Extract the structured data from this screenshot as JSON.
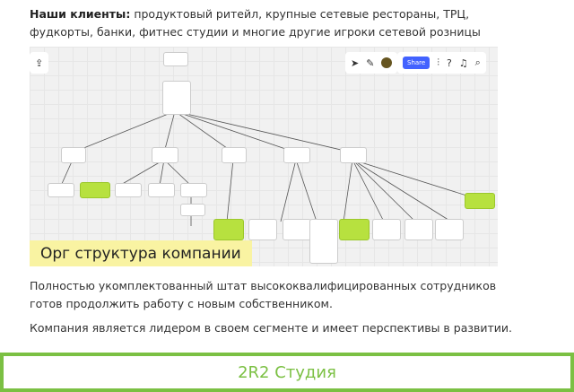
{
  "intro": {
    "bold": "Наши клиенты:",
    "text": " продуктовый ритейл, крупные сетевые рестораны, ТРЦ, фудкорты, банки, фитнес студии и многие другие игроки сетевой розницы"
  },
  "board": {
    "share_label": "Share",
    "banner": "Орг структура компании",
    "accent": "#4262ff"
  },
  "para2": "Полностью укомплектованный штат высококвалифицированных сотрудников готов продолжить работу с новым собственником.",
  "para3": "Компания является лидером в своем сегменте и имеет перспективы в развитии.",
  "footer": {
    "label": "2R2 Студия",
    "color": "#7bc043"
  }
}
